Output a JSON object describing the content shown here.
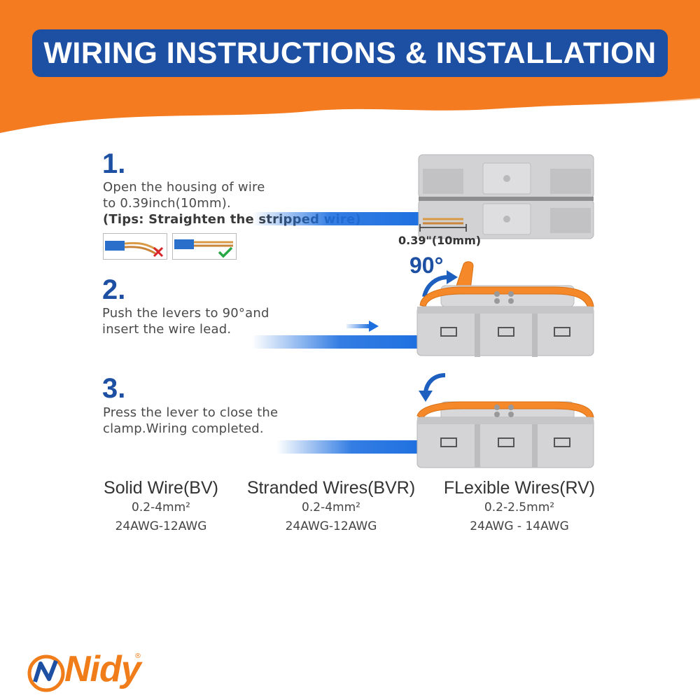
{
  "banner": {
    "title": "WIRING INSTRUCTIONS & INSTALLATION",
    "colors": {
      "orange": "#f47b20",
      "blue": "#1d4fa3"
    }
  },
  "steps": [
    {
      "number": "1.",
      "lines": [
        "Open the housing of wire",
        "to 0.39inch(10mm)."
      ],
      "tip": "(Tips: Straighten the stripped wire)",
      "wrong_icon": "red-x-icon",
      "right_icon": "green-check-icon",
      "measure_label": "0.39\"(10mm)"
    },
    {
      "number": "2.",
      "lines": [
        "Push the levers to 90°and",
        "insert the wire lead."
      ],
      "angle_label": "90°"
    },
    {
      "number": "3.",
      "lines": [
        "Press the lever to close the",
        "clamp.Wiring completed."
      ]
    }
  ],
  "wire_types": [
    {
      "name": "Solid Wire(BV)",
      "section": "0.2-4mm²",
      "awg": "24AWG-12AWG"
    },
    {
      "name": "Stranded Wires(BVR)",
      "section": "0.2-4mm²",
      "awg": "24AWG-12AWG"
    },
    {
      "name": "FLexible Wires(RV)",
      "section": "0.2-2.5mm²",
      "awg": "24AWG - 14AWG"
    }
  ],
  "brand": {
    "name": "Nidy",
    "logo_initial": "N",
    "reg_mark": "®"
  }
}
